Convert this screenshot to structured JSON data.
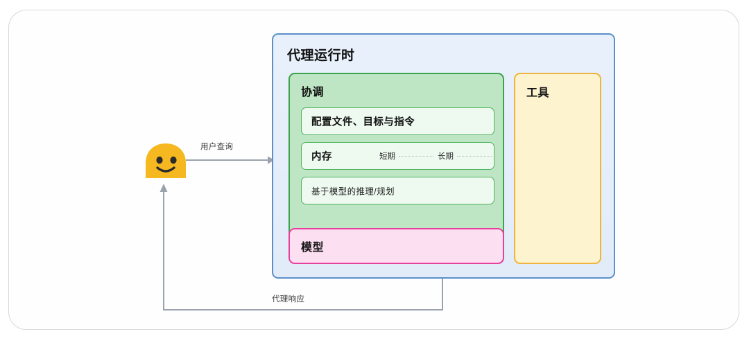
{
  "diagram": {
    "actor": {
      "icon": "smiley-face-icon",
      "face_color": "#f5b820",
      "feature_color": "#2b2b2b"
    },
    "flows": {
      "query_label": "用户查询",
      "response_label": "代理响应",
      "arrow_color": "#9aa3ad"
    },
    "runtime": {
      "title": "代理运行时",
      "border_color": "#5b8fc9",
      "fill_color": "#e5eefb"
    },
    "orchestration": {
      "title": "协调",
      "border_color": "#3aa34c",
      "fill_color": "#bfe6c4",
      "rows": [
        {
          "label": "配置文件、目标与指令",
          "style": "bold"
        },
        {
          "label": "内存",
          "style": "bold"
        },
        {
          "label": "基于模型的推理/规划",
          "style": "small"
        }
      ],
      "memory_sub_items": [
        {
          "label": "短期"
        },
        {
          "label": "长期"
        }
      ]
    },
    "model": {
      "title": "模型",
      "border_color": "#e83f9c",
      "fill_color": "#fcdff0"
    },
    "tools": {
      "title": "工具",
      "border_color": "#f0b43c",
      "fill_color": "#fdf3cf"
    }
  }
}
